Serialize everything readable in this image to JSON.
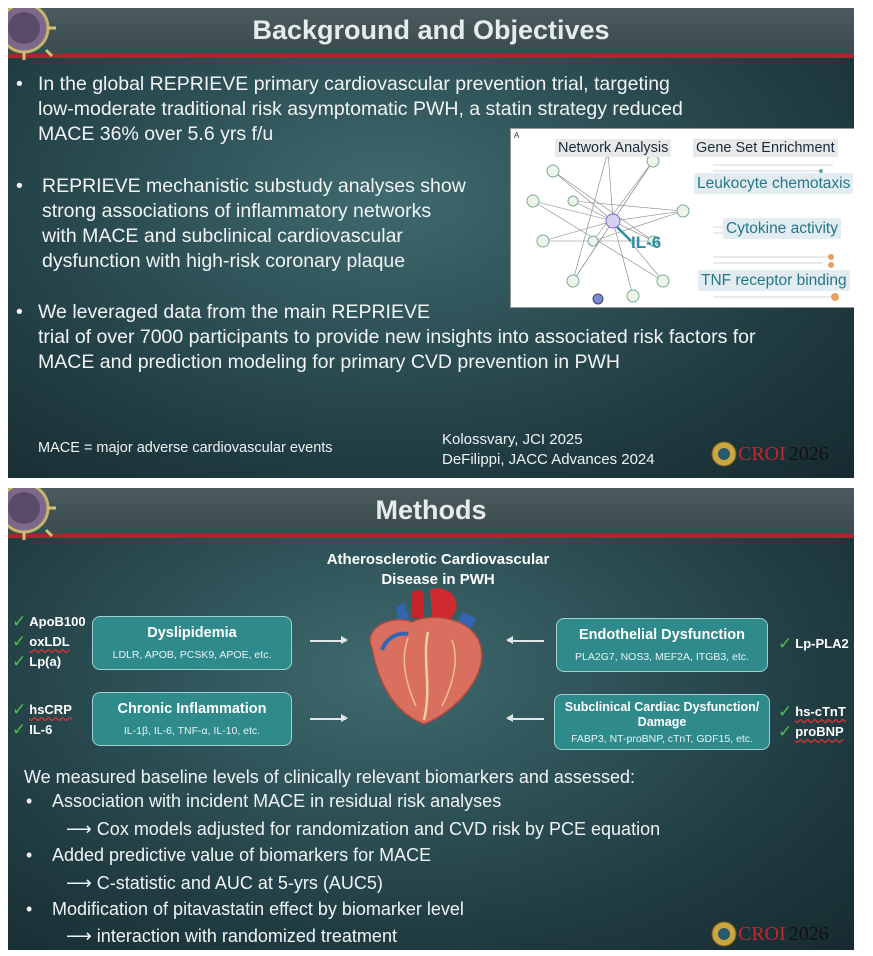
{
  "slide1": {
    "title": "Background and Objectives",
    "bullet1": {
      "l1": "In the global REPRIEVE primary cardiovascular prevention trial, targeting",
      "l2": "low-moderate traditional risk asymptomatic PWH, a statin strategy reduced",
      "l3": "MACE 36% over 5.6 yrs f/u"
    },
    "bullet2": {
      "l1": "REPRIEVE mechanistic substudy analyses show",
      "l2": "strong associations of inflammatory networks",
      "l3": "with MACE and subclinical cardiovascular",
      "l4": "dysfunction with high-risk coronary plaque"
    },
    "bullet3": {
      "l1": "We leveraged data from the main REPRIEVE",
      "l2": "trial of over 7000 participants to provide new insights into associated risk factors for",
      "l3": "MACE and prediction modeling for primary CVD prevention in PWH"
    },
    "bullet_char": "•",
    "figure": {
      "network_label": "Network Analysis",
      "enrichment_label": "Gene Set Enrichment",
      "overlay1": "Leukocyte chemotaxis",
      "overlay2": "Cytokine activity",
      "overlay3": "TNF receptor binding",
      "hub_label": "IL-6",
      "panel_letter": "A"
    },
    "footnote": "MACE = major adverse cardiovascular events",
    "refs": {
      "r1": "Kolossvary, JCI 2025",
      "r2": "DeFilippi, JACC Advances 2024"
    },
    "logo": {
      "text": "CROI",
      "year": "2026"
    }
  },
  "slide2": {
    "title": "Methods",
    "diagram": {
      "title_l1": "Atherosclerotic Cardiovascular",
      "title_l2": "Disease in PWH",
      "dyslipidemia": {
        "title": "Dyslipidemia",
        "sub": "LDLR, APOB, PCSK9, APOE, etc."
      },
      "inflammation": {
        "title": "Chronic Inflammation",
        "sub": "IL-1β, IL-6, TNF-α, IL-10, etc."
      },
      "endothelial": {
        "title": "Endothelial Dysfunction",
        "sub": "PLA2G7, NOS3, MEF2A, ITGB3, etc."
      },
      "cardiac": {
        "title_l1": "Subclinical Cardiac Dysfunction/",
        "title_l2": "Damage",
        "sub": "FABP3, NT-proBNP, cTnT, GDF15, etc."
      },
      "markers_left_top": [
        "ApoB100",
        "oxLDL",
        "Lp(a)"
      ],
      "markers_left_bottom": [
        "hsCRP",
        "IL-6"
      ],
      "markers_right_top": [
        "Lp-PLA2"
      ],
      "markers_right_bottom": [
        "hs-cTnT",
        "proBNP"
      ],
      "check_char": "✓"
    },
    "lead": "We measured baseline levels of clinically relevant biomarkers and assessed:",
    "items": [
      {
        "main": "Association with incident MACE in residual risk analyses",
        "sub": "⟶ Cox models adjusted for randomization and CVD risk by PCE equation"
      },
      {
        "main": "Added predictive value of biomarkers for MACE",
        "sub": "⟶ C-statistic and AUC at 5-yrs (AUC5)"
      },
      {
        "main": "Modification of pitavastatin effect by biomarker level",
        "sub": "⟶ interaction with randomized treatment"
      }
    ],
    "logo": {
      "text": "CROI",
      "year": "2026"
    }
  },
  "colors": {
    "accent_red": "#b3232b",
    "teal_box": "#2f8a8c",
    "check_green": "#4ec04e"
  }
}
